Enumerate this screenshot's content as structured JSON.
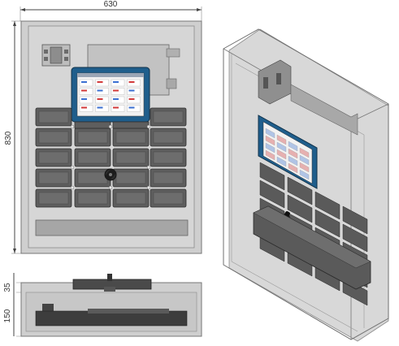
{
  "dimensions": {
    "width_label": "630",
    "height_label": "830",
    "upper_depth_label": "35",
    "lower_depth_label": "150"
  },
  "colors": {
    "enclosure_fill": "#d4d4d4",
    "enclosure_stroke": "#7a7a7a",
    "module_fill": "#5e5e5e",
    "module_stroke": "#2f2f2f",
    "hmi_frame": "#1f5e8c",
    "hmi_screen": "#f2f2f2",
    "dimension_line": "#444444"
  },
  "views": [
    "front",
    "side",
    "isometric"
  ],
  "icons": [
    "rotary-switch-icon",
    "breaker-icon",
    "hmi-icon"
  ]
}
